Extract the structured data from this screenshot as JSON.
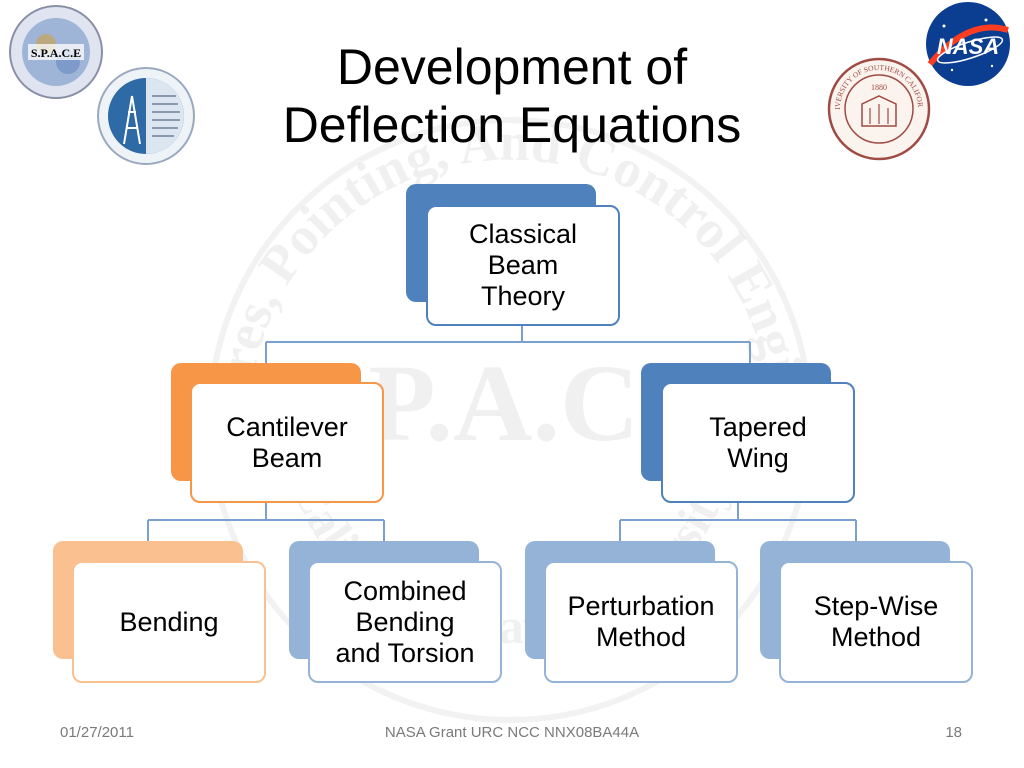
{
  "slide": {
    "title": "Development of\nDeflection Equations",
    "watermark_text": "S.P.A.C.E",
    "watermark_ring": "Structures, Pointing, And Control Engineering",
    "watermark_bottom": "California State University"
  },
  "logos": {
    "space_label": "S.P.A.C.E",
    "nasa_label": "NASA",
    "usc_label": "UNIVERSITY OF SOUTHERN CALIFORNIA",
    "usc_year": "1880"
  },
  "tree": {
    "root": "Classical\nBeam\nTheory",
    "left": "Cantilever\nBeam",
    "right": "Tapered\nWing",
    "left_children": [
      "Bending",
      "Combined\nBending\nand Torsion"
    ],
    "right_children": [
      "Perturbation\nMethod",
      "Step-Wise\nMethod"
    ]
  },
  "colors": {
    "dark_blue": "#4f81bd",
    "orange": "#f79646",
    "light_orange": "#fac090",
    "light_blue": "#95b3d7",
    "connector": "#7aa0cf"
  },
  "footer": {
    "date": "01/27/2011",
    "center": "NASA Grant URC NCC NNX08BA44A",
    "page": "18"
  }
}
